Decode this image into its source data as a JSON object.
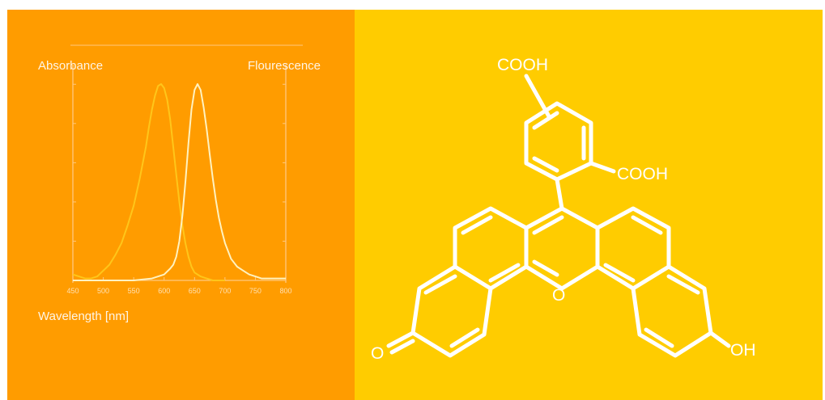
{
  "colors": {
    "left_background": "#ff9c00",
    "right_background": "#ffcc00",
    "absorbance_curve": "#ffc61a",
    "fluorescence_curve": "#fff2c0",
    "axis": "#ffc880",
    "molecule_lines": "#ffffff"
  },
  "chart_data": {
    "type": "line",
    "ylabel_left": "Absorbance",
    "ylabel_right": "Flourescence",
    "xlabel": "Wavelength [nm]",
    "xlim": [
      450,
      800
    ],
    "ylim": [
      0,
      1
    ],
    "x_ticks": [
      450,
      500,
      550,
      600,
      650,
      700,
      750,
      800
    ],
    "grid": false,
    "series": [
      {
        "key": "absorbance",
        "x": [
          450,
          460,
          470,
          480,
          490,
          500,
          510,
          520,
          530,
          540,
          550,
          560,
          570,
          575,
          580,
          585,
          590,
          595,
          600,
          605,
          610,
          615,
          620,
          625,
          630,
          635,
          640,
          645,
          650,
          660,
          670,
          680,
          690,
          700
        ],
        "y": [
          0.03,
          0.02,
          0.01,
          0.01,
          0.02,
          0.05,
          0.08,
          0.13,
          0.19,
          0.28,
          0.38,
          0.52,
          0.68,
          0.78,
          0.87,
          0.94,
          0.99,
          1.0,
          0.98,
          0.92,
          0.82,
          0.68,
          0.54,
          0.4,
          0.28,
          0.19,
          0.12,
          0.07,
          0.04,
          0.02,
          0.01,
          0.0,
          0.0,
          0.0
        ]
      },
      {
        "key": "fluorescence",
        "x": [
          450,
          500,
          550,
          580,
          600,
          610,
          615,
          620,
          625,
          630,
          635,
          640,
          645,
          650,
          655,
          660,
          665,
          670,
          675,
          680,
          685,
          690,
          695,
          700,
          710,
          720,
          730,
          740,
          750,
          760,
          780,
          800
        ],
        "y": [
          0.0,
          0.0,
          0.0,
          0.01,
          0.03,
          0.06,
          0.08,
          0.12,
          0.2,
          0.33,
          0.5,
          0.7,
          0.87,
          0.97,
          1.0,
          0.97,
          0.88,
          0.77,
          0.64,
          0.52,
          0.41,
          0.32,
          0.25,
          0.19,
          0.11,
          0.07,
          0.05,
          0.03,
          0.02,
          0.01,
          0.01,
          0.01
        ]
      }
    ]
  },
  "molecule": {
    "substituents": {
      "top_carboxyl": "COOH",
      "side_carboxyl": "COOH",
      "ring_oxygen": "O",
      "ketone_oxygen": "O",
      "hydroxyl": "OH"
    }
  }
}
